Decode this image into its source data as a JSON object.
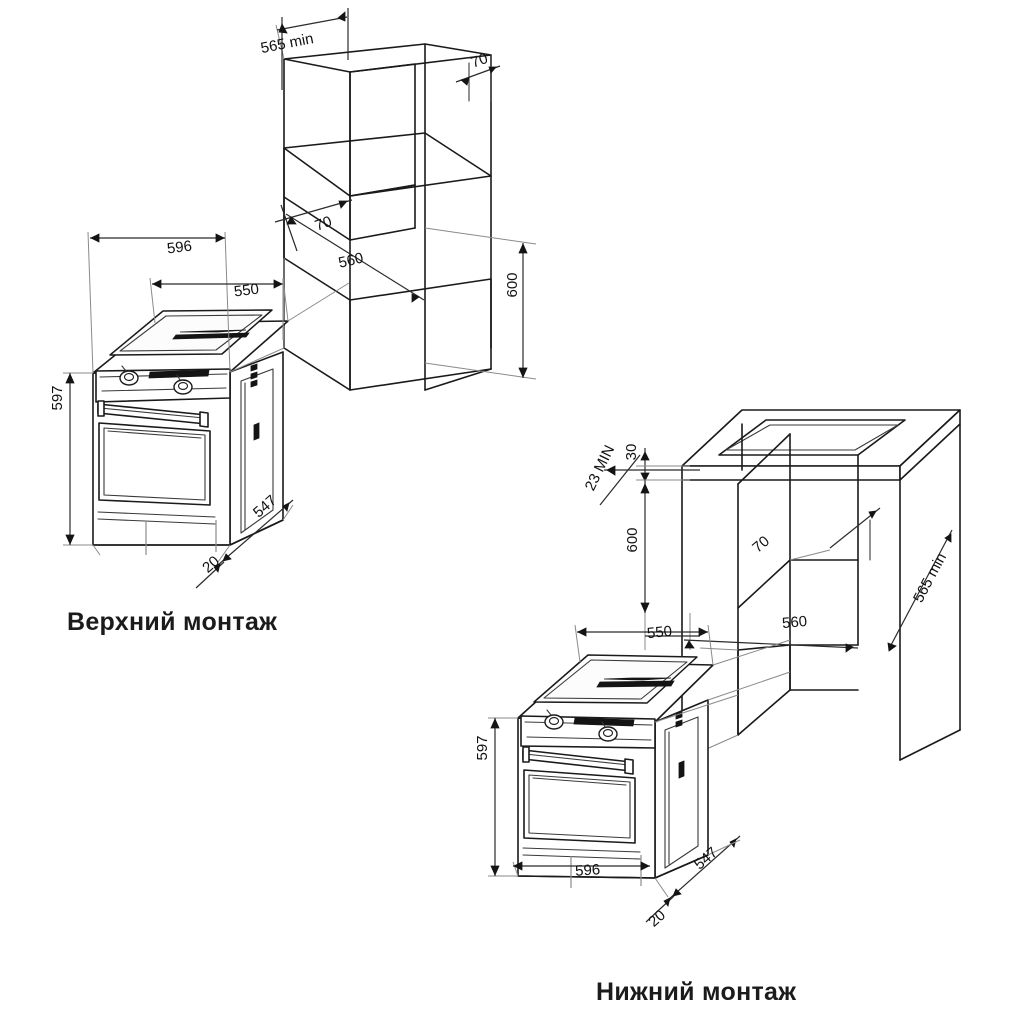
{
  "document": {
    "type": "technical-installation-diagram",
    "subject": "built-in oven installation cabinet dimensions",
    "units": "mm",
    "background_color": "#ffffff",
    "line_color": "#1a1a1a"
  },
  "captions": {
    "top_install": "Верхний монтаж",
    "bottom_install": "Нижний монтаж"
  },
  "top_diagram": {
    "name": "Верхний монтаж",
    "cabinet_dimensions": {
      "depth_min": "565 min",
      "top_gap": "70",
      "rear_gap": "70",
      "opening_width": "560",
      "opening_height": "600"
    },
    "oven_dimensions": {
      "front_width": "596",
      "body_width": "550",
      "front_height": "597",
      "body_depth": "547",
      "front_overhang": "20"
    }
  },
  "bottom_diagram": {
    "name": "Нижний монтаж",
    "cabinet_dimensions": {
      "countertop_thickness": "30",
      "front_clearance_min": "23 MIN",
      "opening_height": "600",
      "oven_body_width": "550",
      "opening_width": "560",
      "rear_gap": "70",
      "depth_min": "565 min"
    },
    "oven_dimensions": {
      "front_height": "597",
      "front_width": "596",
      "body_depth": "547",
      "front_overhang": "20",
      "body_width": "550"
    }
  }
}
